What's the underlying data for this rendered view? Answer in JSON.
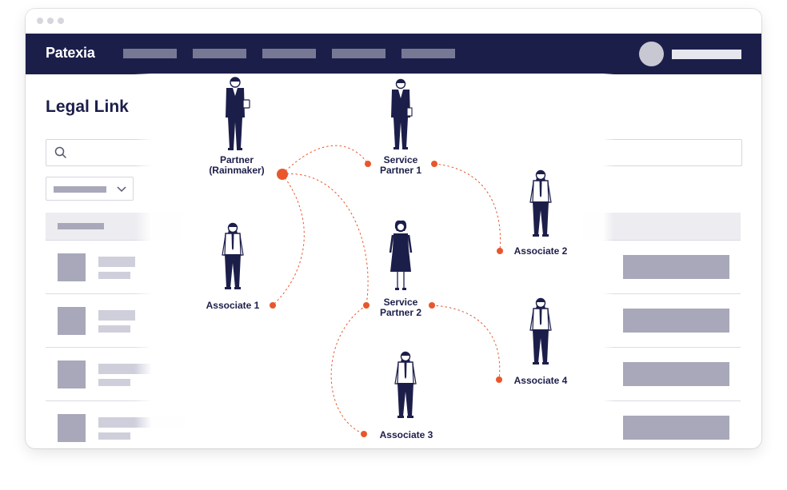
{
  "app": {
    "logo": "Patexia"
  },
  "page": {
    "title": "Legal Link"
  },
  "icons": {
    "search": "search-icon",
    "dropdown": "chevron-down-icon"
  },
  "colors": {
    "navy": "#1c1e4a",
    "accent": "#e8572b",
    "placeholder": "#a8a8ba"
  },
  "network": {
    "nodes": [
      {
        "id": "partner",
        "lines": [
          "Partner",
          "(Rainmaker)"
        ]
      },
      {
        "id": "sp1",
        "lines": [
          "Service",
          "Partner 1"
        ]
      },
      {
        "id": "sp2",
        "lines": [
          "Service",
          "Partner 2"
        ]
      },
      {
        "id": "a1",
        "lines": [
          "Associate 1"
        ]
      },
      {
        "id": "a2",
        "lines": [
          "Associate 2"
        ]
      },
      {
        "id": "a3",
        "lines": [
          "Associate 3"
        ]
      },
      {
        "id": "a4",
        "lines": [
          "Associate 4"
        ]
      }
    ],
    "links": [
      [
        "partner",
        "sp1"
      ],
      [
        "partner",
        "a1"
      ],
      [
        "partner",
        "sp2"
      ],
      [
        "sp1",
        "a2"
      ],
      [
        "sp2",
        "a3"
      ],
      [
        "sp2",
        "a4"
      ]
    ]
  }
}
